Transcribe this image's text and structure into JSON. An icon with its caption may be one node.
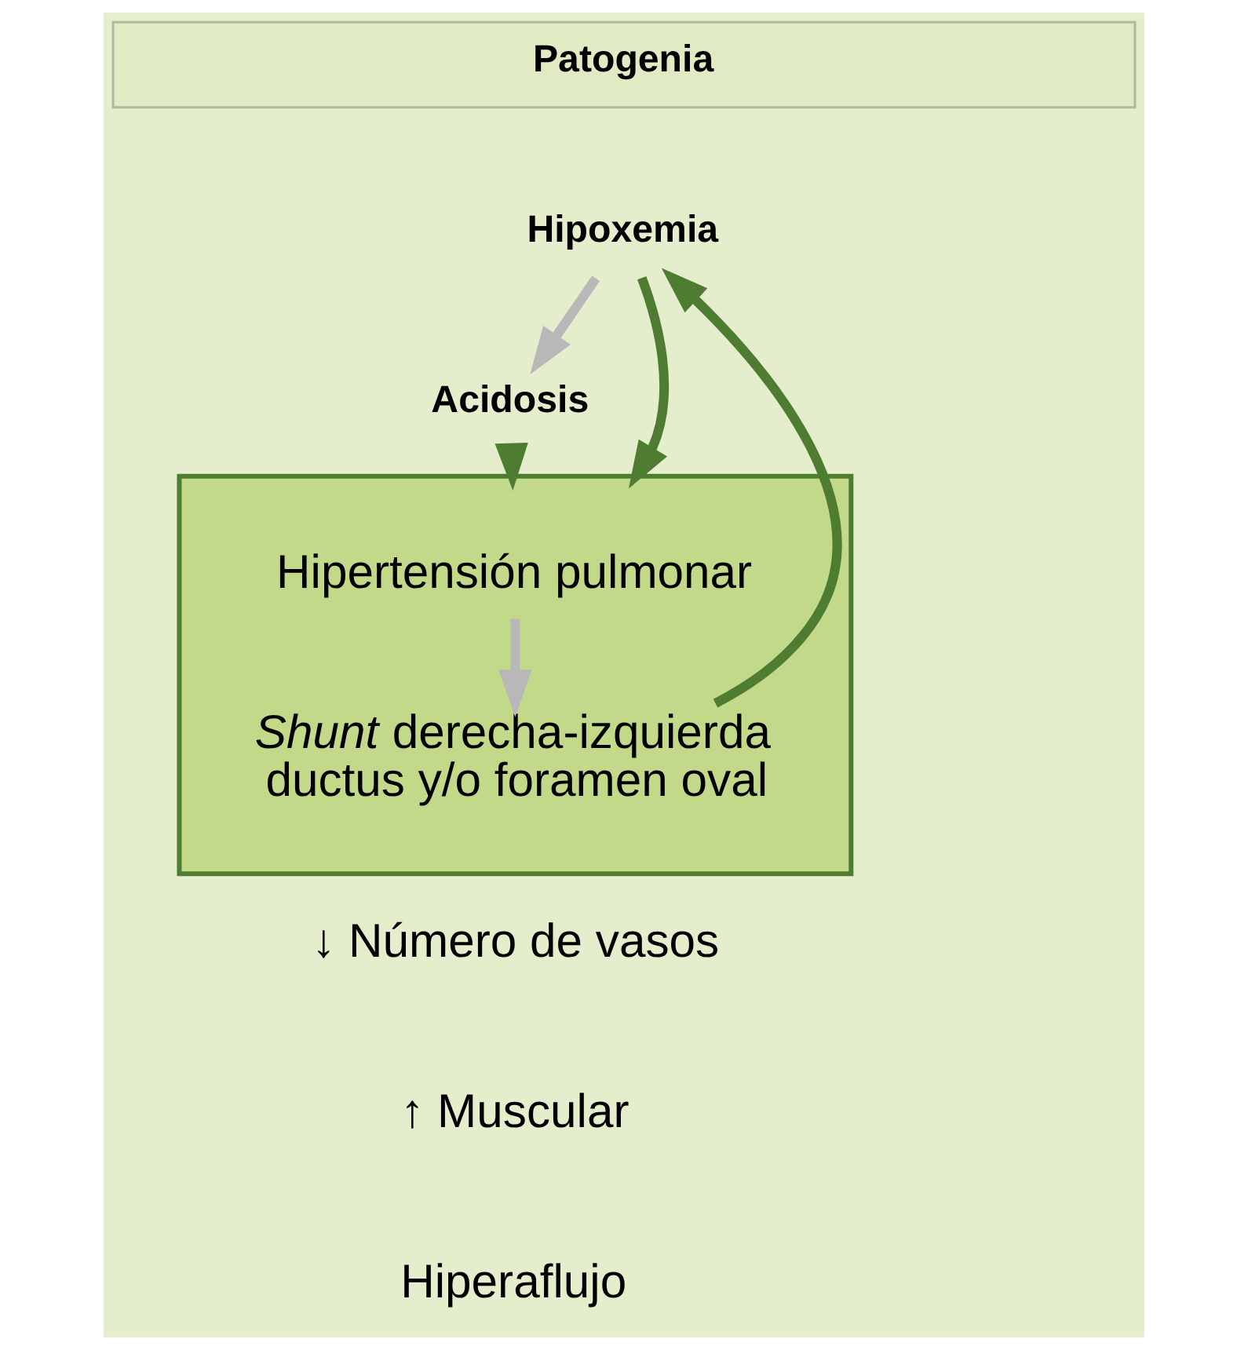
{
  "diagram": {
    "nodes": [
      {
        "text": [
          "Patogenia"
        ]
      },
      {
        "text": [
          "Hipoxemia"
        ]
      },
      {
        "text": [
          "Acidosis"
        ]
      },
      {
        "text": [],
        "shape": "box"
      },
      {
        "text": [
          "Hipertensión pulmonar"
        ],
        "in": 3
      },
      {
        "text": [
          "*Shunt* derecha-izquierda ductus y/o foramen oval"
        ],
        "in": 3
      }
    ],
    "edges": [
      {
        "from": 1,
        "to": 2,
        "arrow": "to",
        "color": "#b8b8b8"
      },
      {
        "from": 1,
        "to": 3,
        "arrow": "to",
        "color": "#4e7d32"
      },
      {
        "from": 2,
        "to": 3,
        "arrow": "to",
        "color": "#4e7d32"
      },
      {
        "from": 4,
        "to": 5,
        "arrow": "to",
        "color": "#b8b8b8"
      },
      {
        "from": 5,
        "to": 1,
        "arrow": "to",
        "color": "#4e7d32"
      }
    ],
    "labels": [
      "↓ Número de vasos",
      "↑ Muscular",
      "Hiperaflujo"
    ]
  }
}
